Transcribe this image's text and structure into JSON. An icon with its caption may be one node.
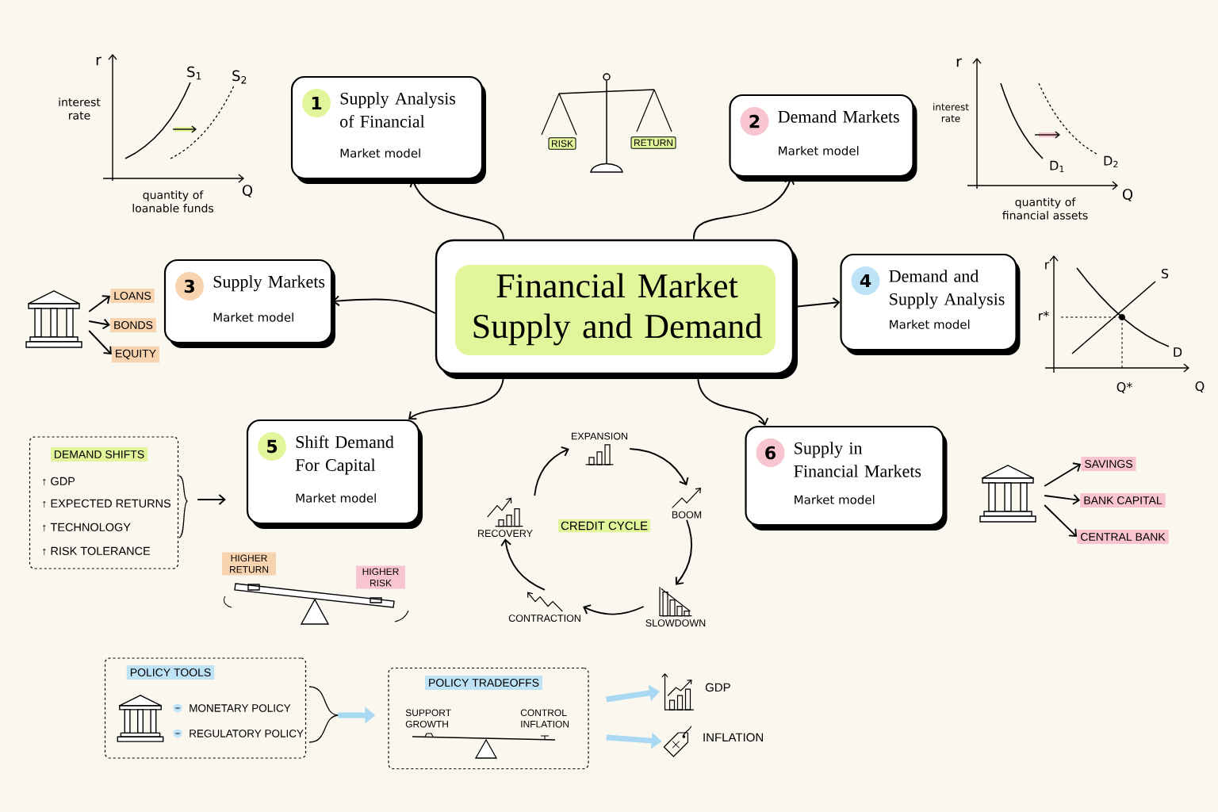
{
  "diagram": {
    "nodes": [
      {
        "text": [
          "Financial Market Supply and Demand"
        ]
      },
      {
        "text": [
          "1",
          "Supply Analysis of Financial",
          "Market model"
        ]
      },
      {
        "text": [
          "2",
          "Demand Markets",
          "Market model"
        ]
      },
      {
        "text": [
          "3",
          "Supply Markets",
          "Market model"
        ]
      },
      {
        "text": [
          "4",
          "Demand and Supply Analysis",
          "Market model"
        ]
      },
      {
        "text": [
          "5",
          "Shift Demand For Capital",
          "Market model"
        ]
      },
      {
        "text": [
          "6",
          "Supply in Financial Markets",
          "Market model"
        ]
      },
      {
        "text": [],
        "shape": "picture"
      },
      {
        "text": [
          "LOANS"
        ]
      },
      {
        "text": [
          "BONDS"
        ]
      },
      {
        "text": [
          "EQUITY"
        ]
      },
      {
        "text": [
          "DEMAND SHIFTS",
          "↑ GDP",
          "↑ EXPECTED RETURNS",
          "↑ TECHNOLOGY",
          "↑ RISK TOLERANCE"
        ]
      },
      {
        "text": [],
        "shape": "picture"
      },
      {
        "text": [
          "SAVINGS"
        ]
      },
      {
        "text": [
          "BANK CAPITAL"
        ]
      },
      {
        "text": [
          "CENTRAL BANK"
        ]
      },
      {
        "text": [
          "EXPANSION"
        ]
      },
      {
        "text": [
          "BOOM"
        ]
      },
      {
        "text": [
          "SLOWDOWN"
        ]
      },
      {
        "text": [
          "CONTRACTION"
        ]
      },
      {
        "text": [
          "RECOVERY"
        ]
      },
      {
        "text": [
          "POLICY TOOLS",
          "MONETARY POLICY",
          "REGULATORY POLICY"
        ]
      },
      {
        "text": [
          "POLICY TRADEOFFS",
          "SUPPORT GROWTH",
          "CONTROL INFLATION"
        ]
      },
      {
        "text": [
          "GDP"
        ]
      },
      {
        "text": [
          "INFLATION"
        ]
      }
    ],
    "edges": [
      {
        "from": 0,
        "to": 1,
        "arrow": "to"
      },
      {
        "from": 0,
        "to": 2,
        "arrow": "to"
      },
      {
        "from": 0,
        "to": 3,
        "arrow": "to"
      },
      {
        "from": 0,
        "to": 4,
        "arrow": "to"
      },
      {
        "from": 0,
        "to": 5,
        "arrow": "to"
      },
      {
        "from": 0,
        "to": 6,
        "arrow": "to"
      },
      {
        "from": 7,
        "to": 8,
        "arrow": "to"
      },
      {
        "from": 7,
        "to": 9,
        "arrow": "to"
      },
      {
        "from": 7,
        "to": 10,
        "arrow": "to"
      },
      {
        "from": 11,
        "to": 5,
        "arrow": "to"
      },
      {
        "from": 12,
        "to": 13,
        "arrow": "to"
      },
      {
        "from": 12,
        "to": 14,
        "arrow": "to"
      },
      {
        "from": 12,
        "to": 15,
        "arrow": "to"
      },
      {
        "from": 20,
        "to": 16,
        "arrow": "to"
      },
      {
        "from": 16,
        "to": 17,
        "arrow": "to"
      },
      {
        "from": 17,
        "to": 18,
        "arrow": "to"
      },
      {
        "from": 18,
        "to": 19,
        "arrow": "to"
      },
      {
        "from": 19,
        "to": 20,
        "arrow": "to"
      },
      {
        "from": 21,
        "to": 22,
        "arrow": "to",
        "style": "thick",
        "color": "#a9d9f2"
      },
      {
        "from": 22,
        "to": 23,
        "arrow": "to",
        "style": "thick",
        "color": "#a9d9f2"
      },
      {
        "from": 22,
        "to": 24,
        "arrow": "to",
        "style": "thick",
        "color": "#a9d9f2"
      }
    ],
    "labels": [
      "r",
      "S$_{1}$",
      "S$_{2}$",
      "interest rate",
      "Q",
      "quantity of loanable funds",
      "RISK",
      "RETURN",
      "r",
      "interest rate",
      "D$_{1}$",
      "D$_{2}$",
      "Q",
      "quantity of financial assets",
      "r",
      "S",
      "r*",
      "D",
      "Q*",
      "Q",
      "CREDIT CYCLE",
      "HIGHER RETURN",
      "HIGHER RISK"
    ]
  }
}
